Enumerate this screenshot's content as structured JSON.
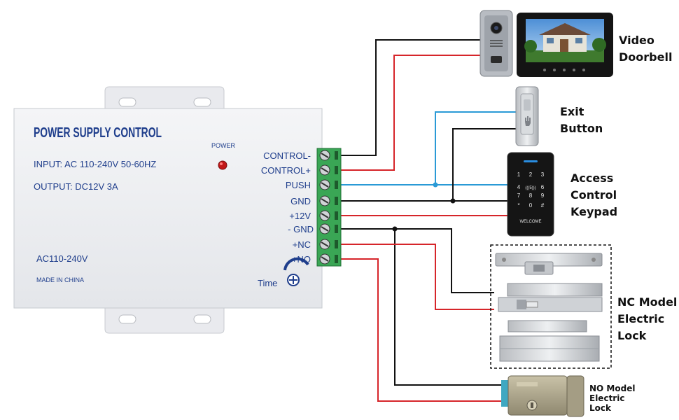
{
  "box": {
    "title": "POWER SUPPLY CONTROL",
    "input": "INPUT: AC 110-240V 50-60HZ",
    "output": "OUTPUT: DC12V 3A",
    "power_label": "POWER",
    "ac_label": "AC110-240V",
    "made_in": "MADE IN CHINA",
    "time_label": "Time"
  },
  "terminals": [
    "CONTROL-",
    "CONTROL+",
    "PUSH",
    "GND",
    "+12V",
    "- GND",
    "+NC",
    "+NO"
  ],
  "devices": {
    "video_doorbell": [
      "Video",
      "Doorbell"
    ],
    "exit_button": [
      "Exit",
      "Button"
    ],
    "keypad": [
      "Access",
      "Control",
      "Keypad"
    ],
    "nc_lock": [
      "NC Model",
      "Electric",
      "Lock"
    ],
    "no_lock": [
      "NO Model",
      "Electric",
      "Lock"
    ]
  },
  "keypad_keys": [
    "1",
    "2",
    "3",
    "4",
    "(((5)))",
    "6",
    "7",
    "8",
    "9",
    "*",
    "0",
    "#"
  ],
  "keypad_welcome": "WELCOME",
  "colors": {
    "wire_black": "#111111",
    "wire_red": "#d6252a",
    "wire_blue": "#2a9ad6",
    "label_blue": "#1f3e8c",
    "terminal_green": "#3aa655"
  }
}
